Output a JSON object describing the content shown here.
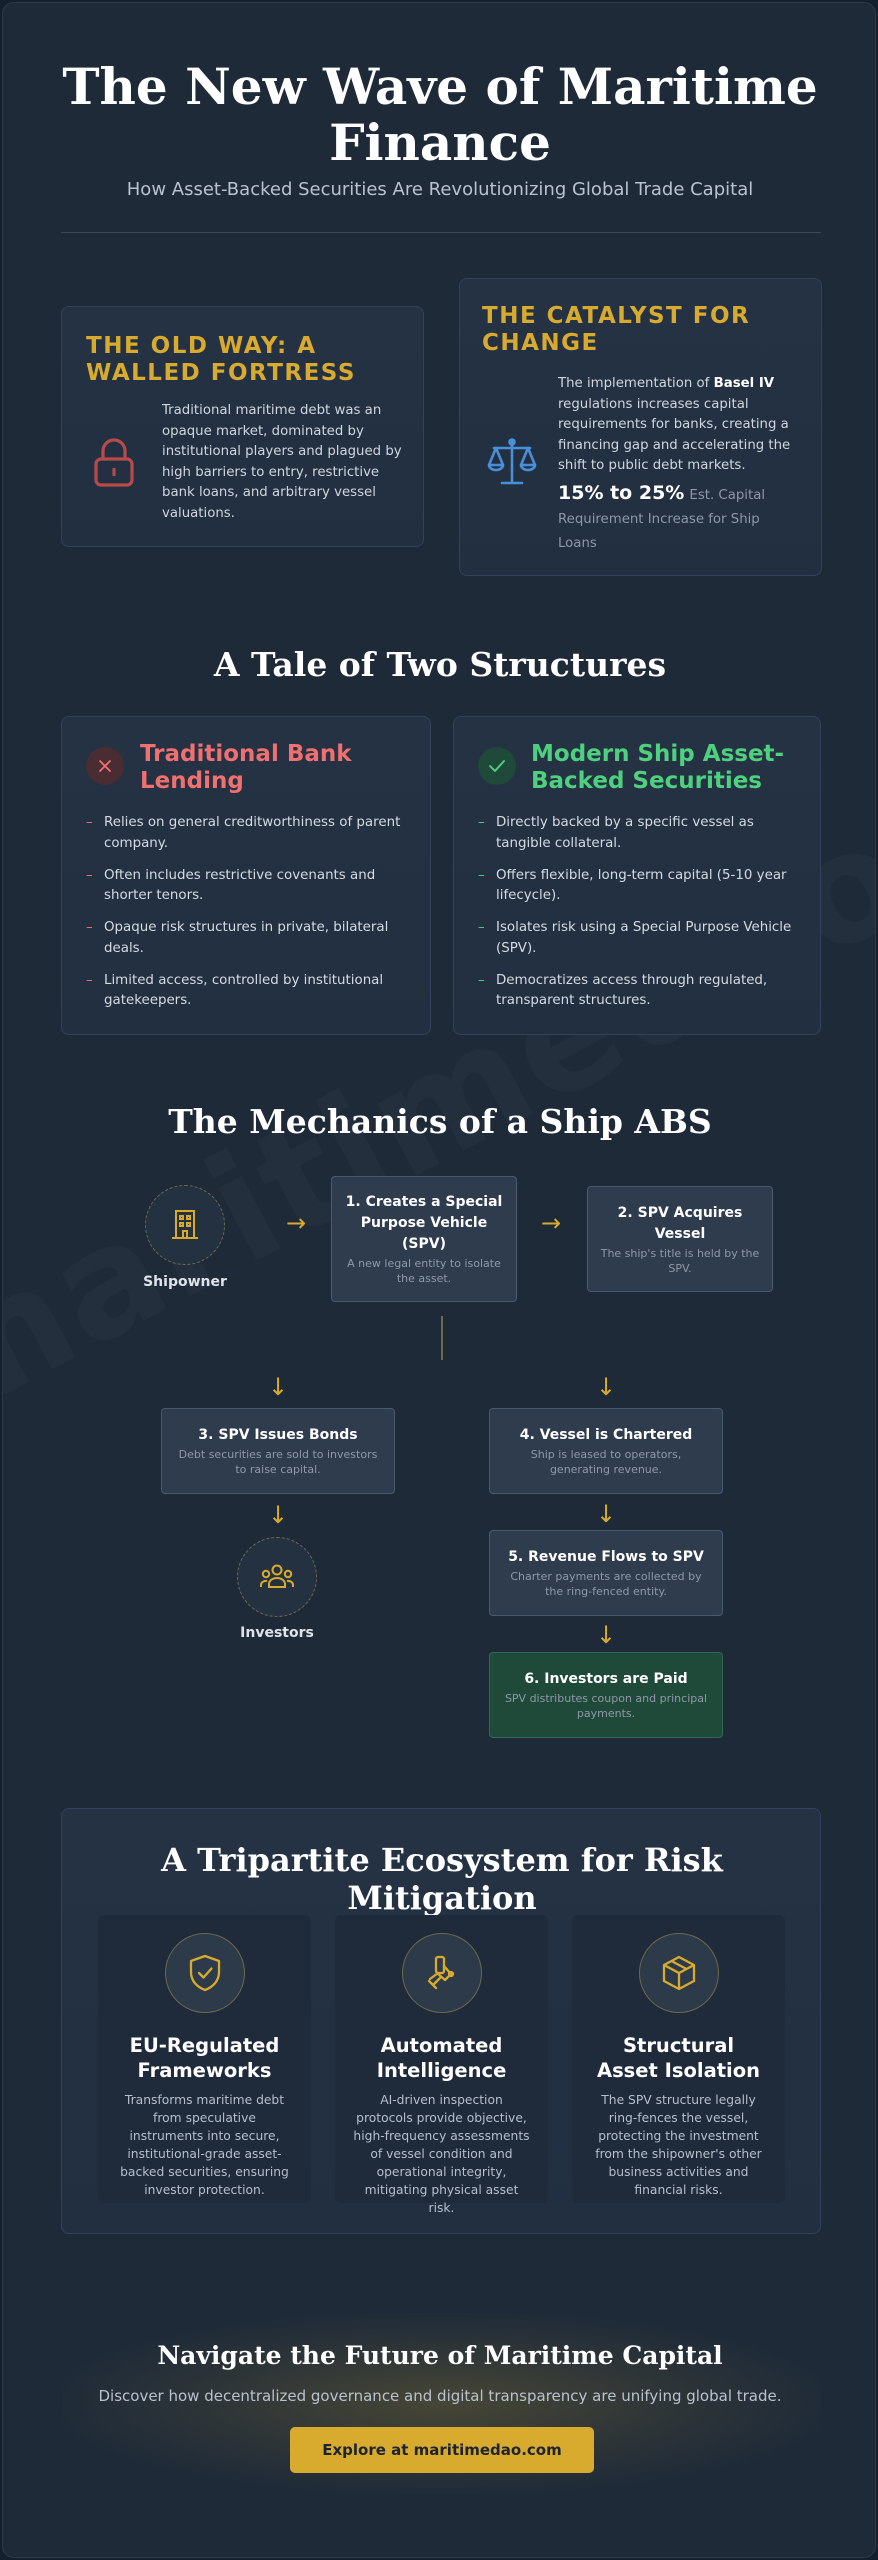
{
  "header": {
    "title": "The New Wave of Maritime Finance",
    "subtitle": "How Asset-Backed Securities Are Revolutionizing Global Trade Capital"
  },
  "intro": {
    "old_way": {
      "heading": "THE OLD WAY: A WALLED FORTRESS",
      "icon": "lock-icon",
      "body": "Traditional maritime debt was an opaque market, dominated by institutional players and plagued by high barriers to entry, restrictive bank loans, and arbitrary vessel valuations."
    },
    "catalyst": {
      "heading": "THE CATALYST FOR CHANGE",
      "icon": "scales-icon",
      "body_pre": "The implementation of ",
      "body_bold": "Basel IV",
      "body_post": " regulations increases capital requirements for banks, creating a financing gap and accelerating the shift to public debt markets.",
      "stat_value": "15% to 25%",
      "stat_label": "Est. Capital Requirement Increase for Ship Loans"
    }
  },
  "comparison": {
    "title": "A Tale of Two Structures",
    "traditional": {
      "heading": "Traditional Bank Lending",
      "icon": "x-icon",
      "color": "#f06f6f",
      "items": [
        "Relies on general creditworthiness of parent company.",
        "Often includes restrictive covenants and shorter tenors.",
        "Opaque risk structures in private, bilateral deals.",
        "Limited access, controlled by institutional gatekeepers."
      ]
    },
    "modern": {
      "heading": "Modern Ship Asset-Backed Securities",
      "icon": "check-icon",
      "color": "#4ed07f",
      "items": [
        "Directly backed by a specific vessel as tangible collateral.",
        "Offers flexible, long-term capital (5-10 year lifecycle).",
        "Isolates risk using a Special Purpose Vehicle (SPV).",
        "Democratizes access through regulated, transparent structures."
      ]
    }
  },
  "mechanics": {
    "title": "The Mechanics of a Ship ABS",
    "shipowner_label": "Shipowner",
    "investors_label": "Investors",
    "steps": [
      {
        "title": "1. Creates a Special Purpose Vehicle (SPV)",
        "desc": "A new legal entity to isolate the asset."
      },
      {
        "title": "2. SPV Acquires Vessel",
        "desc": "The ship's title is held by the SPV."
      },
      {
        "title": "3. SPV Issues Bonds",
        "desc": "Debt securities are sold to investors to raise capital."
      },
      {
        "title": "4. Vessel is Chartered",
        "desc": "Ship is leased to operators, generating revenue."
      },
      {
        "title": "5. Revenue Flows to SPV",
        "desc": "Charter payments are collected by the ring-fenced entity."
      },
      {
        "title": "6. Investors are Paid",
        "desc": "SPV distributes coupon and principal payments."
      }
    ],
    "arrow_right": "→",
    "arrow_down": "↓"
  },
  "ecosystem": {
    "title": "A Tripartite Ecosystem for Risk Mitigation",
    "pillars": [
      {
        "icon": "shield-check-icon",
        "title": "EU-Regulated Frameworks",
        "desc": "Transforms maritime debt from speculative instruments into secure, institutional-grade asset-backed securities, ensuring investor protection."
      },
      {
        "icon": "robot-arm-icon",
        "title": "Automated Intelligence",
        "desc": "AI-driven inspection protocols provide objective, high-frequency assessments of vessel condition and operational integrity, mitigating physical asset risk."
      },
      {
        "icon": "cube-icon",
        "title": "Structural Asset Isolation",
        "desc": "The SPV structure legally ring-fences the vessel, protecting the investment from the shipowner's other business activities and financial risks."
      }
    ]
  },
  "cta": {
    "title": "Navigate the Future of Maritime Capital",
    "subtitle": "Discover how decentralized governance and digital transparency are unifying global trade.",
    "button": "Explore at maritimedao.com"
  },
  "watermark": "maritimedao.com",
  "colors": {
    "accent": "#d8ab2f",
    "background": "#1e2a38",
    "negative": "#f06f6f",
    "positive": "#4ed07f",
    "info_icon": "#4a90d9"
  }
}
